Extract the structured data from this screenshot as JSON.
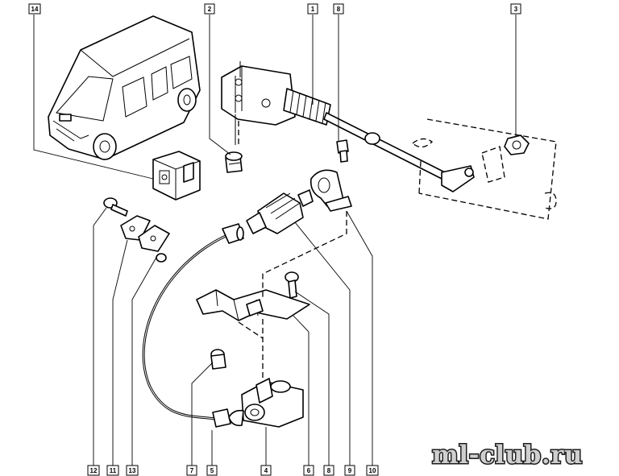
{
  "callouts": [
    {
      "id": "c14",
      "text": "14"
    },
    {
      "id": "c2",
      "text": "2"
    },
    {
      "id": "c1",
      "text": "1"
    },
    {
      "id": "c8a",
      "text": "8"
    },
    {
      "id": "c3",
      "text": "3"
    },
    {
      "id": "c12",
      "text": "12"
    },
    {
      "id": "c11",
      "text": "11"
    },
    {
      "id": "c13",
      "text": "13"
    },
    {
      "id": "c7",
      "text": "7"
    },
    {
      "id": "c5",
      "text": "5"
    },
    {
      "id": "c4",
      "text": "4"
    },
    {
      "id": "c6",
      "text": "6"
    },
    {
      "id": "c8b",
      "text": "8"
    },
    {
      "id": "c9",
      "text": "9"
    },
    {
      "id": "c10",
      "text": "10"
    }
  ],
  "watermark": "ml-club.ru"
}
